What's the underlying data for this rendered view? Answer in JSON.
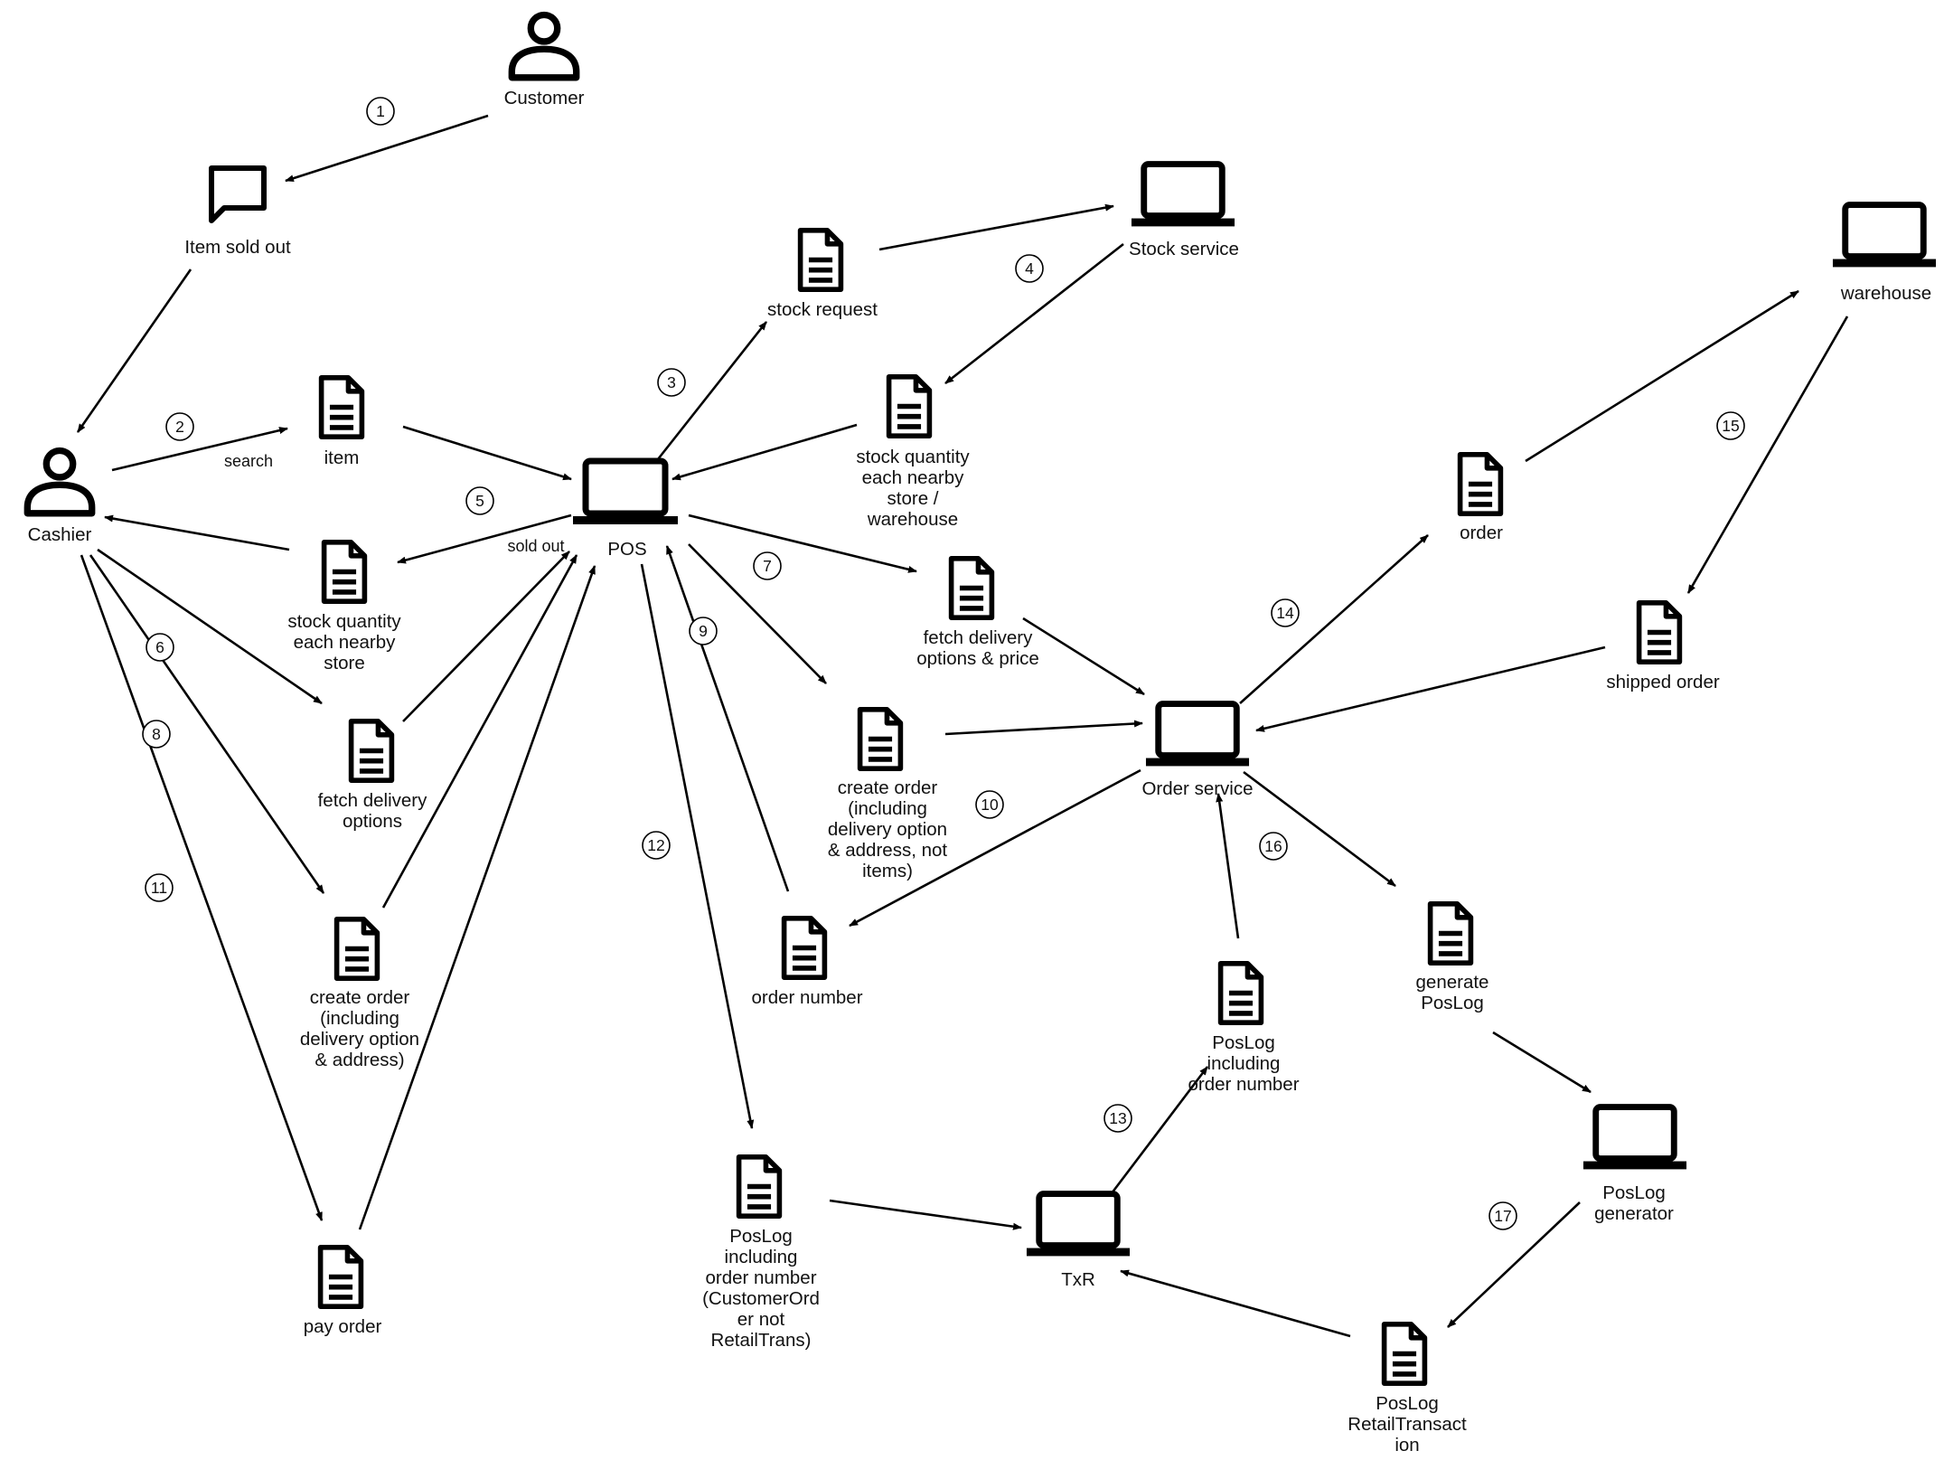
{
  "nodes": [
    {
      "id": "customer",
      "kind": "person",
      "label": [
        "Customer"
      ]
    },
    {
      "id": "item_sold_out",
      "kind": "message",
      "label": [
        "Item sold out"
      ]
    },
    {
      "id": "cashier",
      "kind": "person",
      "label": [
        "Cashier"
      ]
    },
    {
      "id": "item_doc",
      "kind": "document",
      "label": [
        "item"
      ]
    },
    {
      "id": "pos",
      "kind": "computer",
      "label": [
        "POS"
      ]
    },
    {
      "id": "stock_request_doc",
      "kind": "document",
      "label": [
        "stock request"
      ]
    },
    {
      "id": "stock_service",
      "kind": "computer",
      "label": [
        "Stock service"
      ]
    },
    {
      "id": "stock_qty_wh_doc",
      "kind": "document",
      "label": [
        "stock quantity",
        "each nearby",
        "store /",
        "warehouse"
      ]
    },
    {
      "id": "stock_qty_store_doc",
      "kind": "document",
      "label": [
        "stock quantity",
        "each nearby",
        "store"
      ]
    },
    {
      "id": "fetch_delivery_doc",
      "kind": "document",
      "label": [
        "fetch delivery",
        "options"
      ]
    },
    {
      "id": "create_order_doc",
      "kind": "document",
      "label": [
        "create order",
        "(including",
        "delivery option",
        "& address)"
      ]
    },
    {
      "id": "pay_order_doc",
      "kind": "document",
      "label": [
        "pay order"
      ]
    },
    {
      "id": "fetch_delivery_price_doc",
      "kind": "document",
      "label": [
        "fetch delivery",
        "options & price"
      ]
    },
    {
      "id": "create_order_no_items_doc",
      "kind": "document",
      "label": [
        "create order",
        "(including",
        "delivery option",
        "& address, not",
        "items)"
      ]
    },
    {
      "id": "order_number_doc",
      "kind": "document",
      "label": [
        "order number"
      ]
    },
    {
      "id": "order_service",
      "kind": "computer",
      "label": [
        "Order service"
      ]
    },
    {
      "id": "order_doc",
      "kind": "document",
      "label": [
        "order"
      ]
    },
    {
      "id": "warehouse",
      "kind": "computer",
      "label": [
        "warehouse"
      ]
    },
    {
      "id": "shipped_order_doc",
      "kind": "document",
      "label": [
        "shipped order"
      ]
    },
    {
      "id": "poslog_customer_doc",
      "kind": "document",
      "label": [
        "PosLog",
        "including",
        "order number",
        "(CustomerOrd",
        "er not",
        "RetailTrans)"
      ]
    },
    {
      "id": "txr",
      "kind": "computer",
      "label": [
        "TxR"
      ]
    },
    {
      "id": "poslog_order_doc",
      "kind": "document",
      "label": [
        "PosLog",
        "including",
        "order number"
      ]
    },
    {
      "id": "generate_poslog_doc",
      "kind": "document",
      "label": [
        "generate",
        "PosLog"
      ]
    },
    {
      "id": "poslog_generator",
      "kind": "computer",
      "label": [
        "PosLog",
        "generator"
      ]
    },
    {
      "id": "poslog_retail_doc",
      "kind": "document",
      "label": [
        "PosLog",
        "RetailTransact",
        "ion"
      ]
    }
  ],
  "edge_labels": {
    "search": "search",
    "sold_out": "sold out"
  },
  "steps": [
    "1",
    "2",
    "3",
    "4",
    "5",
    "6",
    "7",
    "8",
    "9",
    "10",
    "11",
    "12",
    "13",
    "14",
    "15",
    "16",
    "17"
  ]
}
